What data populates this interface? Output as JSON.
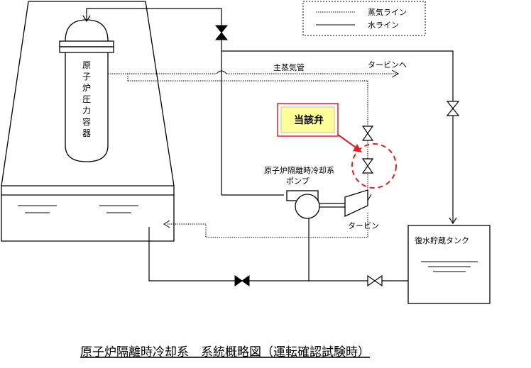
{
  "legend": {
    "steam_line": "蒸気ライン",
    "water_line": "水ライン"
  },
  "labels": {
    "rpv_chars": [
      "原",
      "子",
      "炉",
      "圧",
      "力",
      "容",
      "器"
    ],
    "main_steam_pipe": "主蒸気管",
    "to_turbine": "タービンへ",
    "valve_callout": "当該弁",
    "rcic_pump_line1": "原子炉隔離時冷却系",
    "rcic_pump_line2": "ポンプ",
    "turbine": "タービン",
    "condensate_tank": "復水貯蔵タンク"
  },
  "title": "原子炉隔離時冷却系　系統概略図（運転確認試験時）",
  "colors": {
    "line": "#000000",
    "callout_fill": "#ffff99",
    "callout_border": "#ff0000",
    "highlight": "#e02020"
  },
  "icons": {
    "valve": "bowtie-valve-icon",
    "closed_valve": "filled-bowtie-valve-icon",
    "pump": "centrifugal-pump-icon",
    "turbine": "turbine-icon"
  }
}
